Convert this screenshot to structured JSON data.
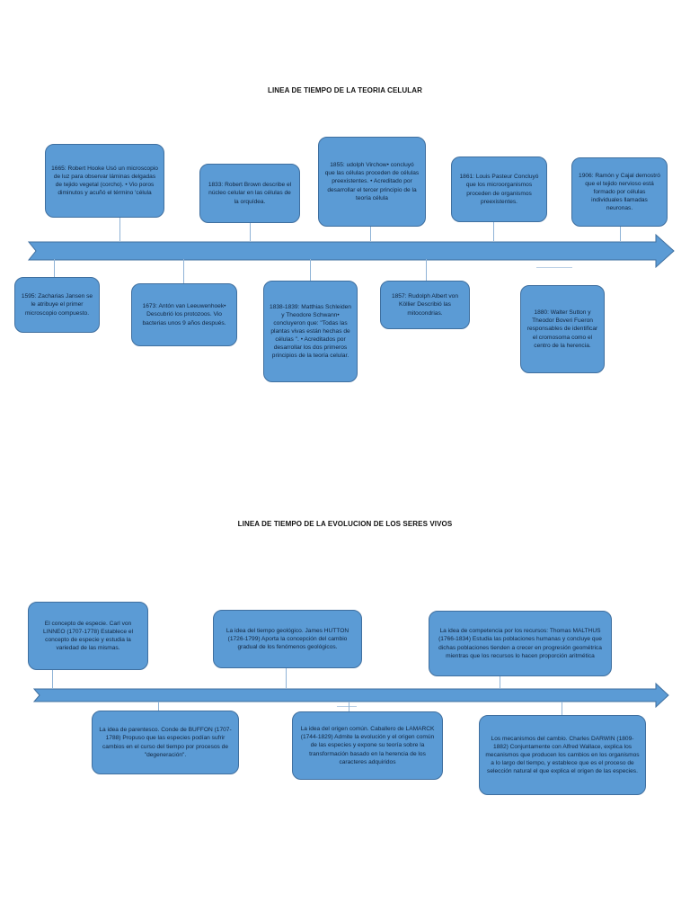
{
  "timeline1": {
    "title": "LINEA DE TIEMPO DE LA TEORIA CELULAR",
    "events_above": [
      {
        "text": "1665: Robert Hooke Usó un microscopio de luz para observar láminas delgadas de tejido vegetal (corcho). • Vio poros diminutos y acuñó el término 'célula"
      },
      {
        "text": "1833: Robert Brown describe el núcleo celular en las células de la orquídea."
      },
      {
        "text": "1855: udolph Virchow• concluyó que las células proceden de células preexistentes. • Acreditado por desarrollar el tercer principio de la teoría célula"
      },
      {
        "text": "1861: Louis Pasteur Concluyó que los microorganismos proceden de organismos preexistentes."
      },
      {
        "text": "1906: Ramón y Cajal demostró que el tejido nervioso está formado por células individuales llamadas neuronas."
      }
    ],
    "events_below": [
      {
        "text": "1595: Zacharias Jansen se le atribuye el primer microscopio compuesto."
      },
      {
        "text": "1673: Antón van Leeuwenhoek• Descubrió los protozoos. Vio bacterias unos 9 años después."
      },
      {
        "text": "1838-1839: Matthias Schleiden y Theodore Schwann• concluyeron que: \"Todas las plantas vivas están hechas de células \". • Acreditados por desarrollar los dos primeros principios de la teoría celular."
      },
      {
        "text": "1857: Rudolph Albert von Köllier Describió las mitocondrias."
      },
      {
        "text": "1880: Walter Sutton y Theodor Boveri Fueron responsables de identificar el cromosoma como el centro de la herencia."
      }
    ]
  },
  "timeline2": {
    "title": "LINEA DE TIEMPO DE LA EVOLUCION DE LOS SERES VIVOS",
    "events_above": [
      {
        "text": "El concepto de especie. Carl von LINNEO (1707-1778) Establece el concepto de especie y estudia la variedad de las mismas."
      },
      {
        "text": "La idea del tiempo geológico. James HUTTON (1726-1799) Aporta la concepción del cambio gradual de los fenómenos geológicos."
      },
      {
        "text": "La idea de competencia por los recursos: Thomas MALTHUS (1766-1834) Estudia las poblaciones humanas y concluye que dichas poblaciones tienden a crecer en progresión geométrica mientras que los recursos lo hacen proporción aritmética"
      }
    ],
    "events_below": [
      {
        "text": "La idea de parentesco. Conde de BUFFON (1707-1788) Propuso que las especies podían sufrir cambios en el curso del tiempo por procesos de \"degeneración\"."
      },
      {
        "text": "La idea del origen común. Caballero de LAMARCK (1744-1829) Admite la evolución y el origen común de las especies y expone su teoría sobre la transformación basado en la herencia de los caracteres adquiridos"
      },
      {
        "text": "Los mecanismos del cambio. Charles DARWIN (1809-1882) Conjuntamente con Alfred Wallace, explica los mecanismos que producen los cambios en los organismos a lo largo del tiempo, y establece que es el proceso de selección natural el que explica el origen de las especies."
      }
    ]
  },
  "colors": {
    "box_fill": "#5b9bd5",
    "box_border": "#3f6f9f",
    "arrow_fill": "#5b9bd5",
    "text": "#10243e"
  }
}
